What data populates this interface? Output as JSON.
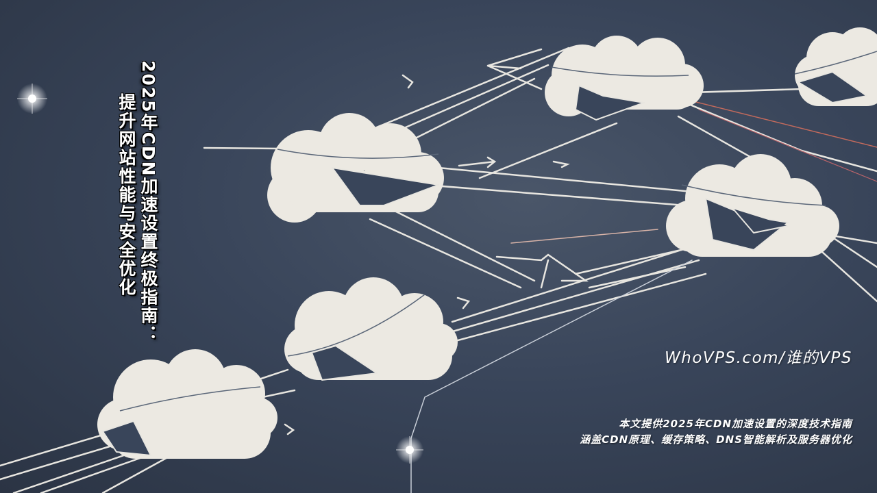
{
  "title": {
    "line1": "2025年CDN加速设置终极指南：",
    "line2": "提升网站性能与安全优化"
  },
  "watermark": "WhoVPS.com/谁的VPS",
  "description": {
    "line1": "本文提供2025年CDN加速设置的深度技术指南",
    "line2": "涵盖CDN原理、缓存策略、DNS智能解析及服务器优化"
  },
  "colors": {
    "background": "#39455a",
    "cloud": "#ece9e2",
    "line": "#e8e6e0",
    "text": "#ffffff"
  }
}
